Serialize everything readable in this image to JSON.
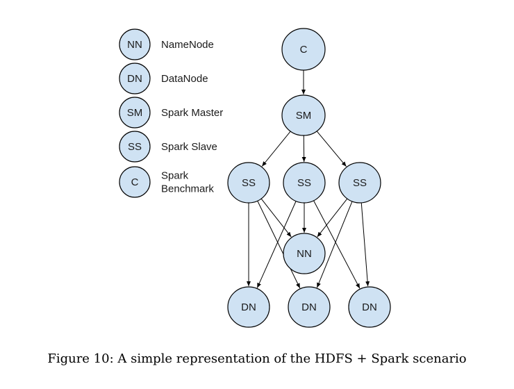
{
  "colors": {
    "node_fill": "#cfe2f3",
    "node_stroke": "#000000",
    "edge": "#000000"
  },
  "legend": [
    {
      "abbr": "NN",
      "lines": [
        "NameNode"
      ]
    },
    {
      "abbr": "DN",
      "lines": [
        "DataNode"
      ]
    },
    {
      "abbr": "SM",
      "lines": [
        "Spark Master"
      ]
    },
    {
      "abbr": "SS",
      "lines": [
        "Spark Slave"
      ]
    },
    {
      "abbr": "C",
      "lines": [
        "Spark",
        "Benchmark"
      ]
    }
  ],
  "nodes": {
    "c": "C",
    "sm": "SM",
    "ss1": "SS",
    "ss2": "SS",
    "ss3": "SS",
    "nn": "NN",
    "dn1": "DN",
    "dn2": "DN",
    "dn3": "DN"
  },
  "edges": [
    [
      "c",
      "sm"
    ],
    [
      "sm",
      "ss1"
    ],
    [
      "sm",
      "ss2"
    ],
    [
      "sm",
      "ss3"
    ],
    [
      "ss1",
      "nn"
    ],
    [
      "ss2",
      "nn"
    ],
    [
      "ss3",
      "nn"
    ],
    [
      "ss1",
      "dn1"
    ],
    [
      "ss1",
      "dn2"
    ],
    [
      "ss2",
      "dn1"
    ],
    [
      "ss2",
      "dn3"
    ],
    [
      "ss3",
      "dn2"
    ],
    [
      "ss3",
      "dn3"
    ]
  ],
  "caption": "Figure 10: A simple representation of the HDFS + Spark scenario"
}
